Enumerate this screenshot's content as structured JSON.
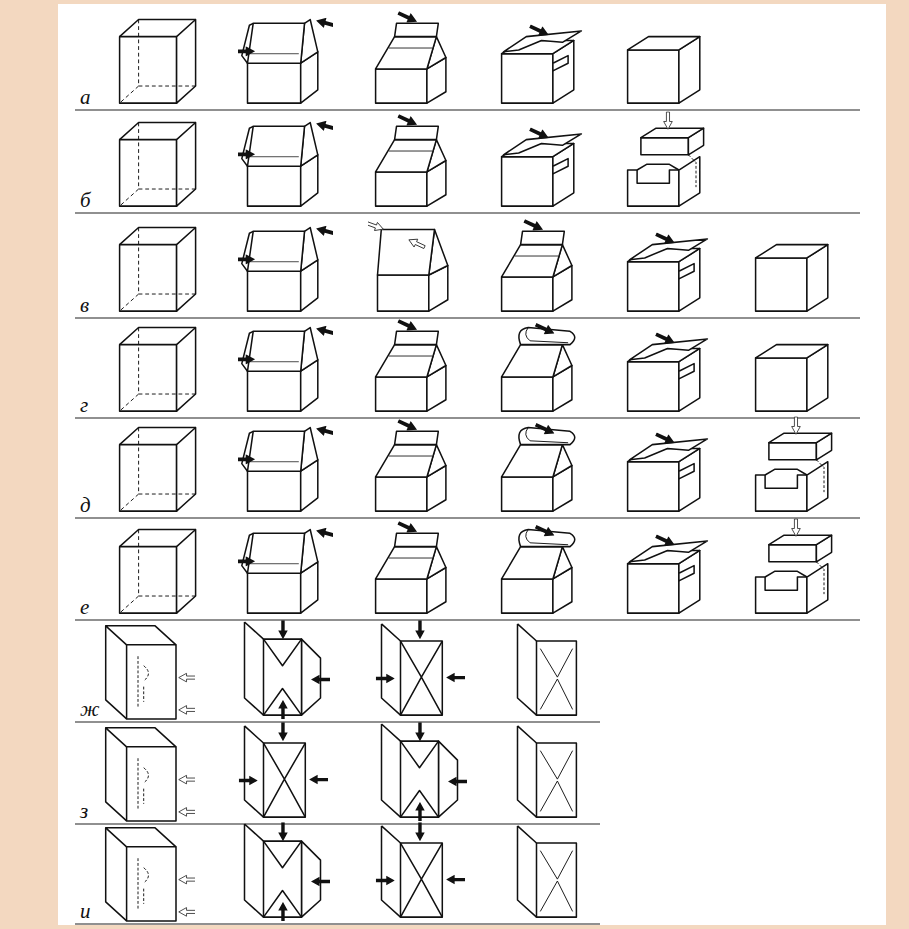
{
  "diagram": {
    "labels": [
      "а",
      "б",
      "в",
      "г",
      "д",
      "е",
      "ж",
      "з",
      "и"
    ]
  }
}
